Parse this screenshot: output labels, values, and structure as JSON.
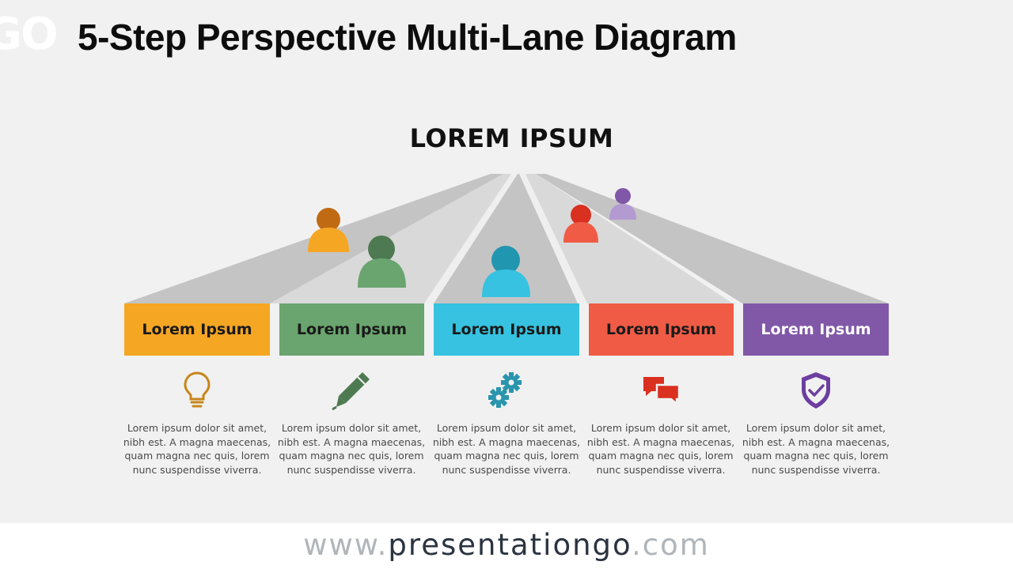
{
  "page": {
    "logo_text": "GO",
    "title": "5-Step Perspective Multi-Lane Diagram"
  },
  "diagram": {
    "heading": "LOREM IPSUM",
    "steps": [
      {
        "label": "Lorem Ipsum",
        "color": "#f5a623",
        "label_color": "#1a1a1a",
        "icon": "lightbulb-icon",
        "icon_color": "#c8861c",
        "person_head_color": "#c06a14",
        "person_body_color": "#f5a623",
        "text": "Lorem ipsum dolor sit amet, nibh est. A magna maecenas, quam magna nec quis, lorem nunc suspendisse viverra."
      },
      {
        "label": "Lorem Ipsum",
        "color": "#6aa46e",
        "label_color": "#1a1a1a",
        "icon": "pen-icon",
        "icon_color": "#4e7a52",
        "person_head_color": "#4e7a52",
        "person_body_color": "#6aa46e",
        "text": "Lorem ipsum dolor sit amet, nibh est. A magna maecenas, quam magna nec quis, lorem nunc suspendisse viverra."
      },
      {
        "label": "Lorem Ipsum",
        "color": "#36c2e0",
        "label_color": "#1a1a1a",
        "icon": "gears-icon",
        "icon_color": "#2a95ad",
        "person_head_color": "#2196b0",
        "person_body_color": "#36c2e0",
        "text": "Lorem ipsum dolor sit amet, nibh est. A magna maecenas, quam magna nec quis, lorem nunc suspendisse viverra."
      },
      {
        "label": "Lorem Ipsum",
        "color": "#ef5b45",
        "label_color": "#1a1a1a",
        "icon": "chat-bubbles-icon",
        "icon_color": "#d9301f",
        "person_head_color": "#d9301f",
        "person_body_color": "#ef5b45",
        "text": "Lorem ipsum dolor sit amet, nibh est. A magna maecenas, quam magna nec quis, lorem nunc suspendisse viverra."
      },
      {
        "label": "Lorem Ipsum",
        "color": "#8158a8",
        "label_color": "#ffffff",
        "icon": "shield-check-icon",
        "icon_color": "#6d3fa0",
        "person_head_color": "#8158a8",
        "person_body_color": "#b39ad1",
        "text": "Lorem ipsum dolor sit amet, nibh est. A magna maecenas, quam magna nec quis, lorem nunc suspendisse viverra."
      }
    ]
  },
  "footer": {
    "url_prefix": "www.",
    "url_main": "presentationgo",
    "url_suffix": ".com"
  }
}
